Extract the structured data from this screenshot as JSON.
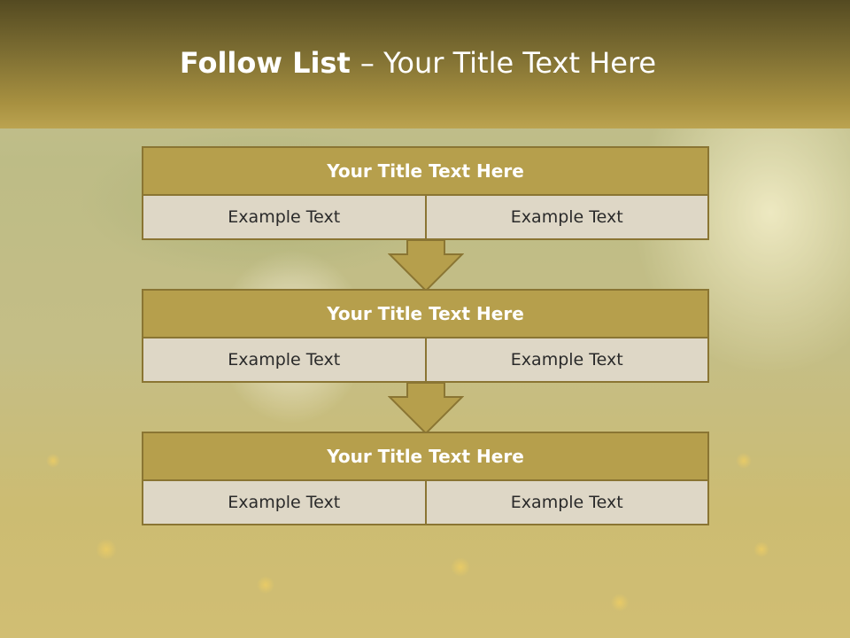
{
  "slide": {
    "title_bold": "Follow List ",
    "title_rest": " – Your Title Text Here"
  },
  "blocks": [
    {
      "title": "Your Title Text Here",
      "left": "Example Text",
      "right": "Example Text"
    },
    {
      "title": "Your Title Text Here",
      "left": "Example Text",
      "right": "Example Text"
    },
    {
      "title": "Your Title Text Here",
      "left": "Example Text",
      "right": "Example Text"
    }
  ],
  "colors": {
    "header": "#7c6d32",
    "block_title": "#b69f4c",
    "cell": "#ded7c6",
    "arrow": "#b69f4c",
    "border": "#8a7533"
  },
  "icons": [
    "down-arrow-icon"
  ]
}
